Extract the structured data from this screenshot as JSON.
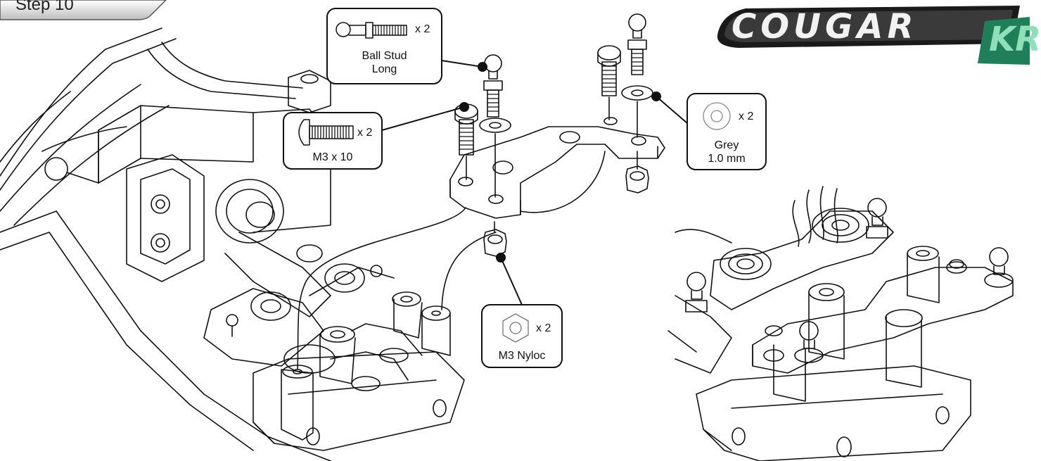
{
  "step": {
    "label": "Step 10"
  },
  "logo": {
    "main": "COUGAR",
    "suffix": "KR",
    "color_main": "#1a1a1a",
    "color_suffix": "#2fb27a"
  },
  "callouts": [
    {
      "id": "ball-stud",
      "name": "Ball Stud",
      "line2": "Long",
      "qty": "x 2",
      "icon": "ball-stud-icon"
    },
    {
      "id": "screw",
      "name": "M3 x 10",
      "line2": "",
      "qty": "x 2",
      "icon": "button-head-screw-icon"
    },
    {
      "id": "washer",
      "name": "Grey",
      "line2": "1.0 mm",
      "qty": "x 2",
      "icon": "washer-icon"
    },
    {
      "id": "nut",
      "name": "M3 Nyloc",
      "line2": "",
      "qty": "x 2",
      "icon": "nyloc-nut-icon"
    }
  ]
}
